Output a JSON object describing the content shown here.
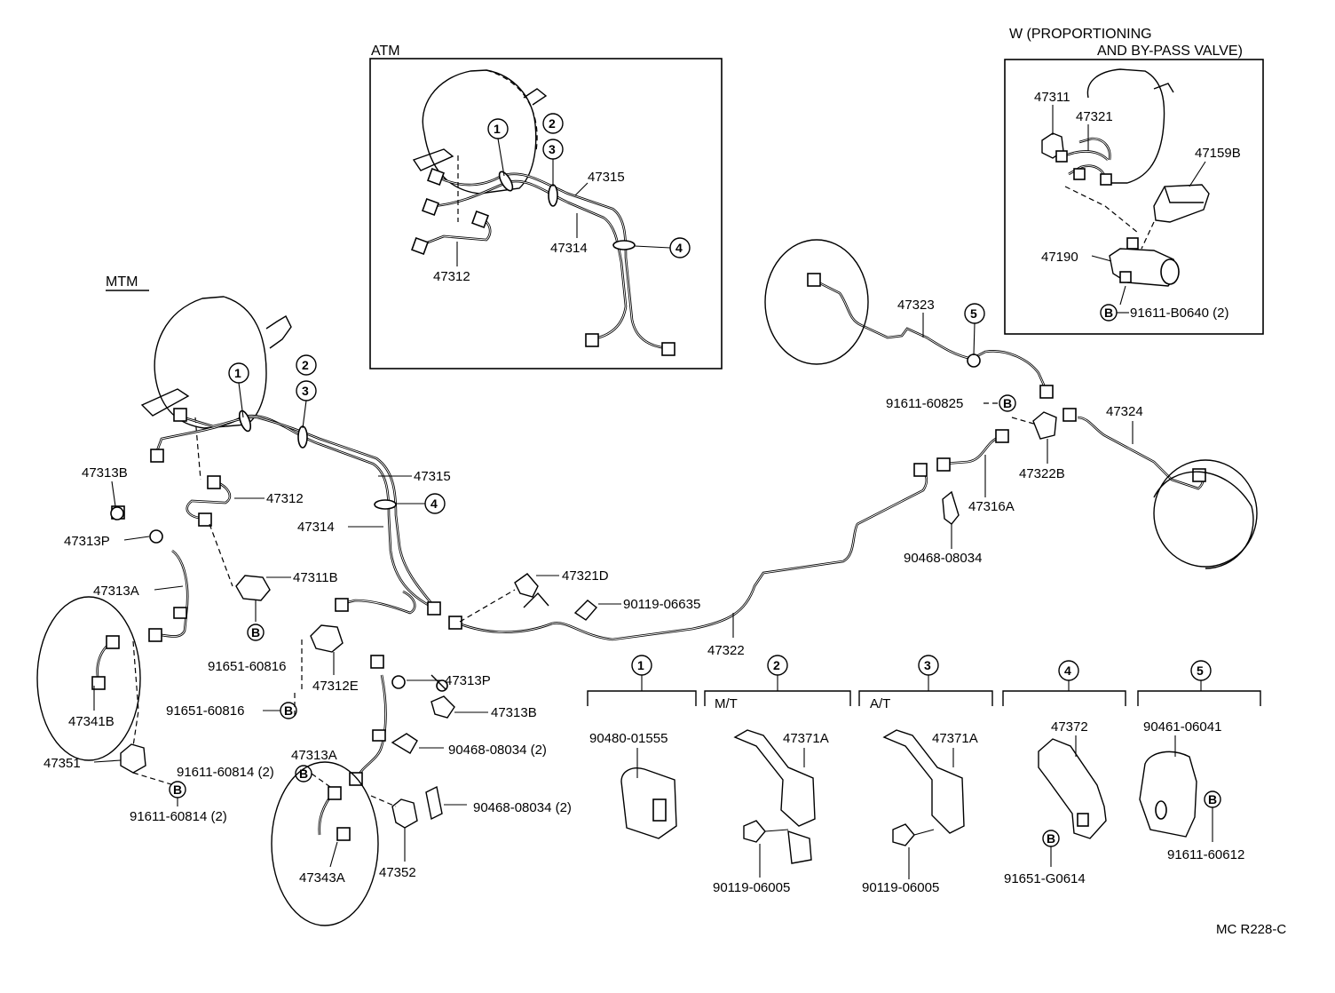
{
  "inset_atm": {
    "title": "ATM",
    "labels": {
      "p47315": "47315",
      "p47314": "47314",
      "p47312": "47312"
    },
    "circles": [
      "1",
      "2",
      "3",
      "4"
    ]
  },
  "inset_w": {
    "title_line1": "W (PROPORTIONING",
    "title_line2": "AND  BY-PASS  VALVE)",
    "labels": {
      "p47311": "47311",
      "p47321": "47321",
      "p47159b": "47159B",
      "p47190": "47190",
      "p91611b0640": "91611-B0640 (2)"
    },
    "bolt_letter": "B"
  },
  "mtm": {
    "title": "MTM",
    "labels": {
      "p47313b_a": "47313B",
      "p47313p_a": "47313P",
      "p47313a_a": "47313A",
      "p47341b": "47341B",
      "p47351": "47351",
      "p91611_60814_a": "91611-60814 (2)",
      "p91611_60814_b": "91611-60814 (2)",
      "p47312": "47312",
      "p47314": "47314",
      "p47315": "47315",
      "p47311b": "47311B",
      "p91651_60816_a": "91651-60816",
      "p91651_60816_b": "91651-60816",
      "p47312e": "47312E",
      "p47313p_b": "47313P",
      "p47313b_b": "47313B",
      "p47313a_b": "47313A",
      "p90468_08034_a": "90468-08034 (2)",
      "p90468_08034_b": "90468-08034 (2)",
      "p47343a": "47343A",
      "p47352": "47352",
      "p47321d": "47321D",
      "p90119_06635": "90119-06635",
      "p47322": "47322",
      "p47323": "47323",
      "p91611_60825": "91611-60825",
      "p47322b": "47322B",
      "p47324": "47324",
      "p47316a": "47316A",
      "p90468_08034_c": "90468-08034"
    },
    "circles": [
      "1",
      "2",
      "3",
      "4",
      "5"
    ],
    "bolt_letter": "B"
  },
  "detail_parts": [
    {
      "num": "1",
      "sub": "",
      "labels": [
        "90480-01555"
      ]
    },
    {
      "num": "2",
      "sub": "M/T",
      "labels": [
        "47371A",
        "90119-06005"
      ]
    },
    {
      "num": "3",
      "sub": "A/T",
      "labels": [
        "47371A",
        "90119-06005"
      ]
    },
    {
      "num": "4",
      "sub": "",
      "labels": [
        "47372",
        "91651-G0614"
      ]
    },
    {
      "num": "5",
      "sub": "",
      "labels": [
        "90461-06041",
        "91611-60612"
      ]
    }
  ],
  "footer": {
    "code": "MC  R228-C"
  }
}
